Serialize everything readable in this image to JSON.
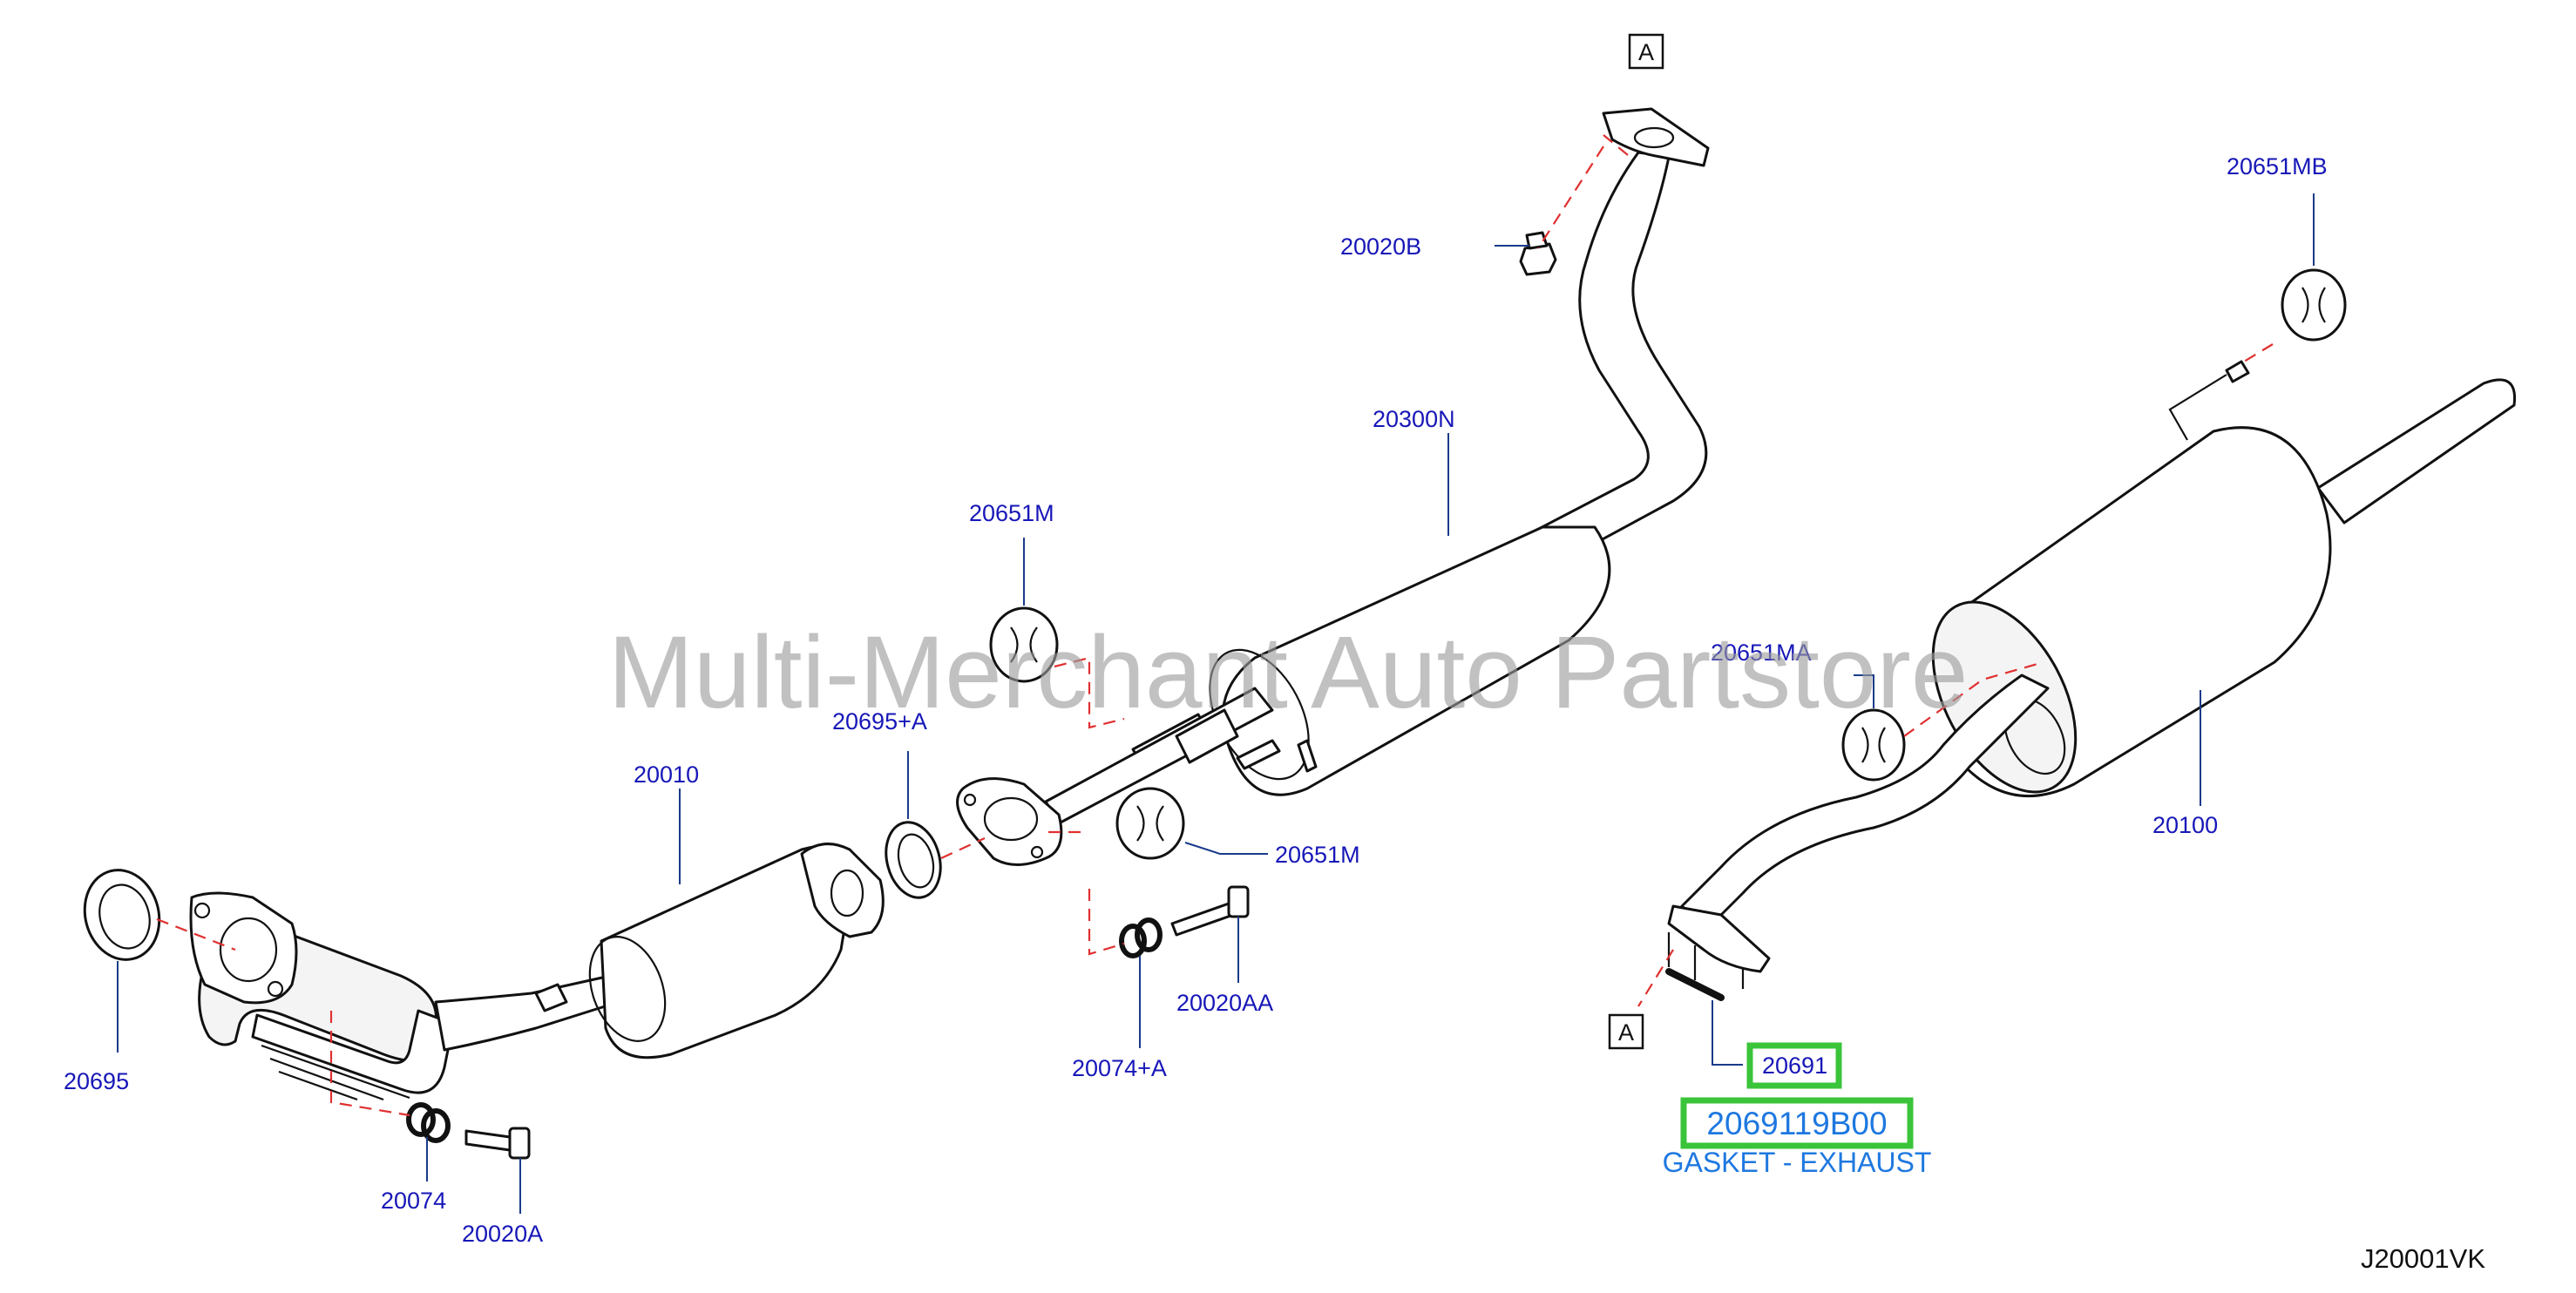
{
  "diagram": {
    "watermark": "Multi-Merchant Auto Partstore",
    "diagram_code": "J20001VK",
    "reference_marks": [
      "A",
      "A"
    ],
    "labels": {
      "p20020B": "20020B",
      "p20300N": "20300N",
      "p20651MB": "20651MB",
      "p20651M_top": "20651M",
      "p20695A": "20695+A",
      "p20010": "20010",
      "p20651MA": "20651MA",
      "p20651M_right": "20651M",
      "p20100": "20100",
      "p20695": "20695",
      "p20074A": "20074+A",
      "p20020AA": "20020AA",
      "p20691": "20691",
      "p20074": "20074",
      "p20020A": "20020A"
    },
    "highlight": {
      "part_number": "2069119B00",
      "description": "GASKET - EXHAUST",
      "color": "#3ac43a"
    },
    "colors": {
      "label": "#1717b8",
      "guide": "#e03030",
      "highlight_text": "#1e78e0"
    }
  }
}
